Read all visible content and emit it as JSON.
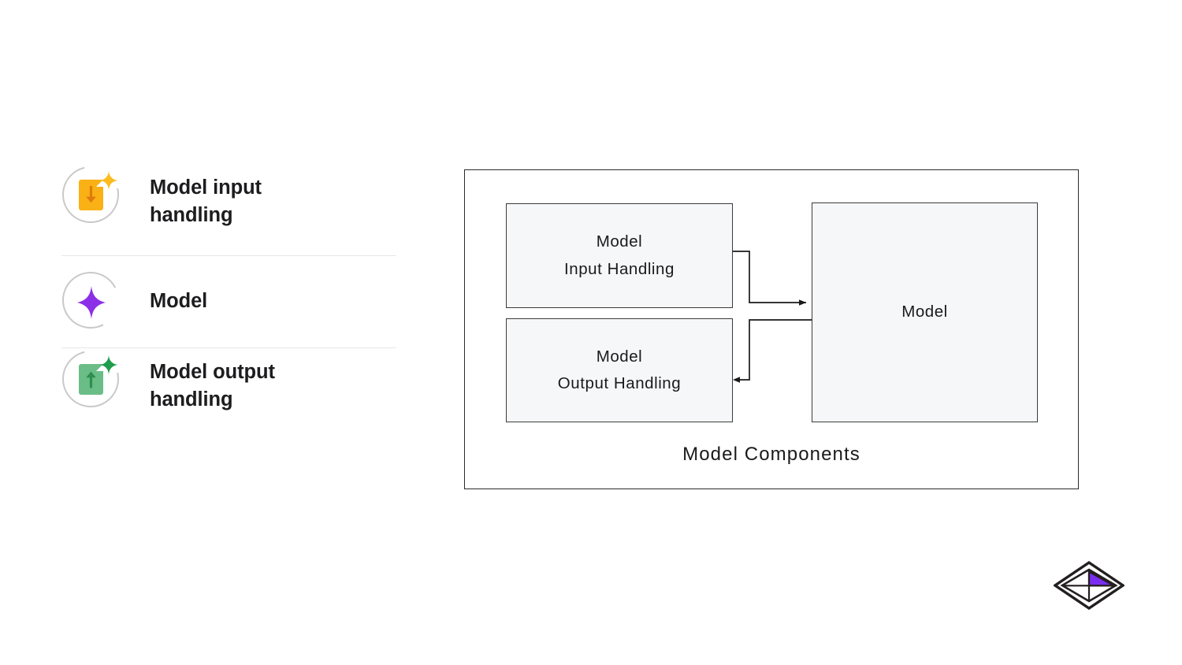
{
  "legend": {
    "items": [
      {
        "id": "model-input-handling",
        "label": "Model input\nhandling",
        "icon": "document-down-arrow-sparkle-icon",
        "color": "#f9b115"
      },
      {
        "id": "model",
        "label": "Model",
        "icon": "four-point-star-icon",
        "color": "#8b2fe8"
      },
      {
        "id": "model-output-handling",
        "label": "Model output\nhandling",
        "icon": "document-up-arrow-sparkle-icon",
        "color": "#6bbd87"
      }
    ],
    "divider_color": "#e7e7e7"
  },
  "diagram": {
    "container_label": "Model Components",
    "nodes": [
      {
        "id": "model-input-handling",
        "line1": "Model",
        "line2": "Input Handling"
      },
      {
        "id": "model-output-handling",
        "line1": "Model",
        "line2": "Output Handling"
      },
      {
        "id": "model",
        "line1": "Model",
        "line2": ""
      }
    ],
    "edges": [
      {
        "id": "input-to-model",
        "from": "model-input-handling",
        "to": "model",
        "direction": "right"
      },
      {
        "id": "model-to-output",
        "from": "model",
        "to": "model-output-handling",
        "direction": "left"
      }
    ],
    "node_fill": "#f6f7f9",
    "node_stroke": "#3a3a3a",
    "container_stroke": "#2b2b2b"
  },
  "logo": {
    "name": "diamond-quadrant-logo",
    "accent": "#8b2fe8",
    "stroke": "#231f20"
  }
}
